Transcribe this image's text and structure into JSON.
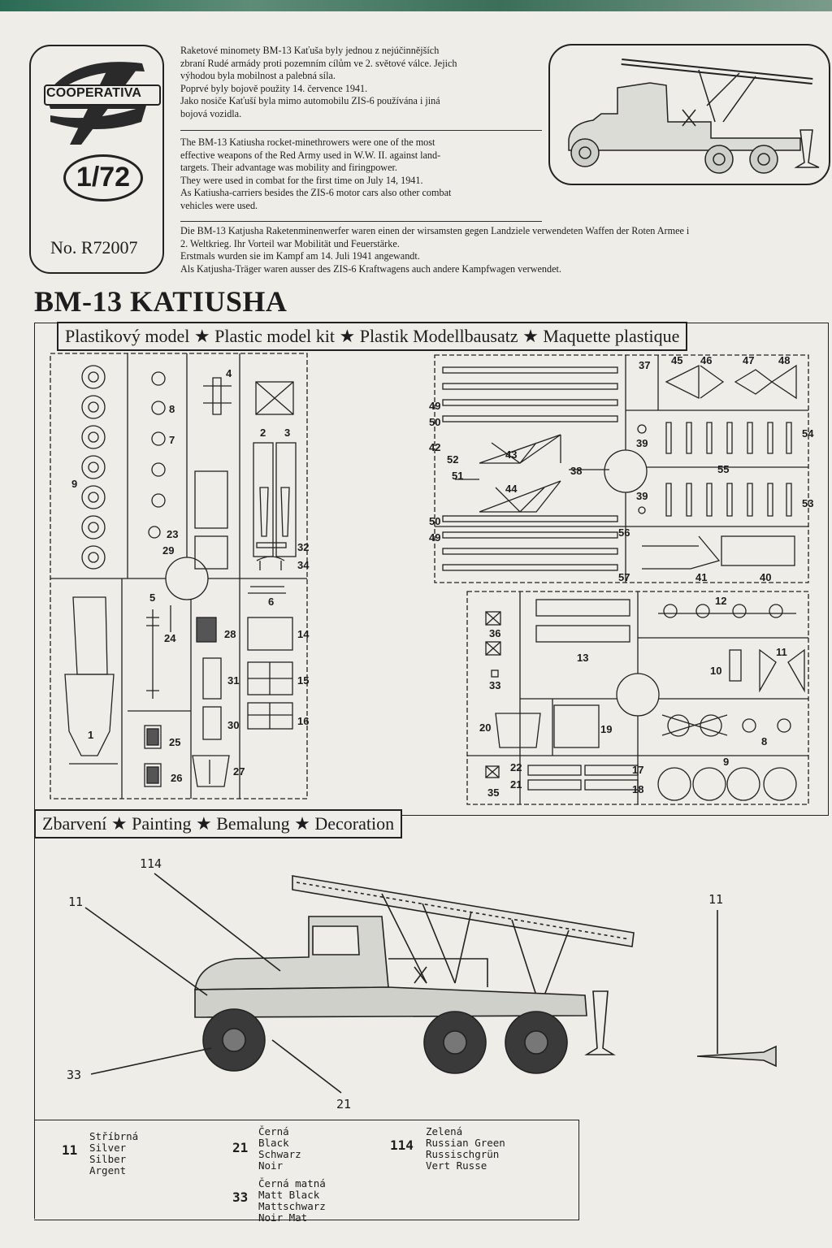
{
  "header": {
    "brand": "COOPERATIVA",
    "scale": "1/72",
    "product_no": "No. R72007"
  },
  "intro": {
    "cz": [
      "Raketové minomety BM-13 Kaťuša byly jednou z nejúčinnějších",
      "zbraní Rudé armády proti pozemním cílům ve 2. světové válce. Jejich",
      "výhodou byla mobilnost a palebná síla.",
      "Poprvé byly bojově použity 14. července 1941.",
      "Jako nosiče Kaťuší byla mimo automobilu ZIS-6 používána i jiná",
      "bojová vozidla."
    ],
    "en": [
      "The BM-13 Katiusha rocket-minethrowers were one of the most",
      "effective weapons of the Red Army used in W.W. II. against land-",
      "targets. Their advantage was mobility and firingpower.",
      "They were used in combat for the first time on July 14, 1941.",
      "As Katiusha-carriers besides the ZIS-6 motor cars also other combat",
      "vehicles were used."
    ],
    "de": [
      "Die BM-13 Katjusha Raketenminenwerfer waren einen der wirsamsten gegen Landziele verwendeten Waffen der Roten Armee i",
      "2. Weltkrieg. Ihr Vorteil war Mobilität und Feuerstärke.",
      "Erstmals wurden sie im Kampf am 14. Juli 1941 angewandt.",
      "Als Katjusha-Träger waren ausser des ZIS-6 Kraftwagens auch andere Kampfwagen verwendet."
    ]
  },
  "title": "BM-13 KATIUSHA",
  "kit_heading": "Plastikový model ★ Plastic model kit ★ Plastik Modellbausatz ★ Maquette plastique",
  "painting_heading": "Zbarvení ★ Painting ★ Bemalung ★ Decoration",
  "parts_left": [
    "4",
    "8",
    "7",
    "9",
    "23",
    "29",
    "2",
    "3",
    "32",
    "34",
    "5",
    "6",
    "24",
    "28",
    "14",
    "31",
    "15",
    "30",
    "16",
    "25",
    "26",
    "27",
    "1"
  ],
  "parts_right": [
    "37",
    "45",
    "46",
    "47",
    "48",
    "49",
    "50",
    "54",
    "39",
    "42",
    "52",
    "43",
    "38",
    "55",
    "51",
    "44",
    "39",
    "53",
    "50",
    "49",
    "56",
    "57",
    "41",
    "40"
  ],
  "parts_lower": [
    "12",
    "36",
    "13",
    "11",
    "10",
    "33",
    "20",
    "19",
    "8",
    "9",
    "22",
    "21",
    "17",
    "18",
    "35"
  ],
  "callouts": {
    "c114": "114",
    "c11a": "11",
    "c11b": "11",
    "c33": "33",
    "c21": "21"
  },
  "paints": [
    {
      "code": "11",
      "names": [
        "Stříbrná",
        "Silver",
        "Silber",
        "Argent"
      ]
    },
    {
      "code": "21",
      "names": [
        "Černá",
        "Black",
        "Schwarz",
        "Noir"
      ]
    },
    {
      "code": "33",
      "names": [
        "Černá matná",
        "Matt Black",
        "Mattschwarz",
        "Noir Mat"
      ]
    },
    {
      "code": "114",
      "names": [
        "Zelená",
        "Russian Green",
        "Russischgrün",
        "Vert Russe"
      ]
    }
  ]
}
